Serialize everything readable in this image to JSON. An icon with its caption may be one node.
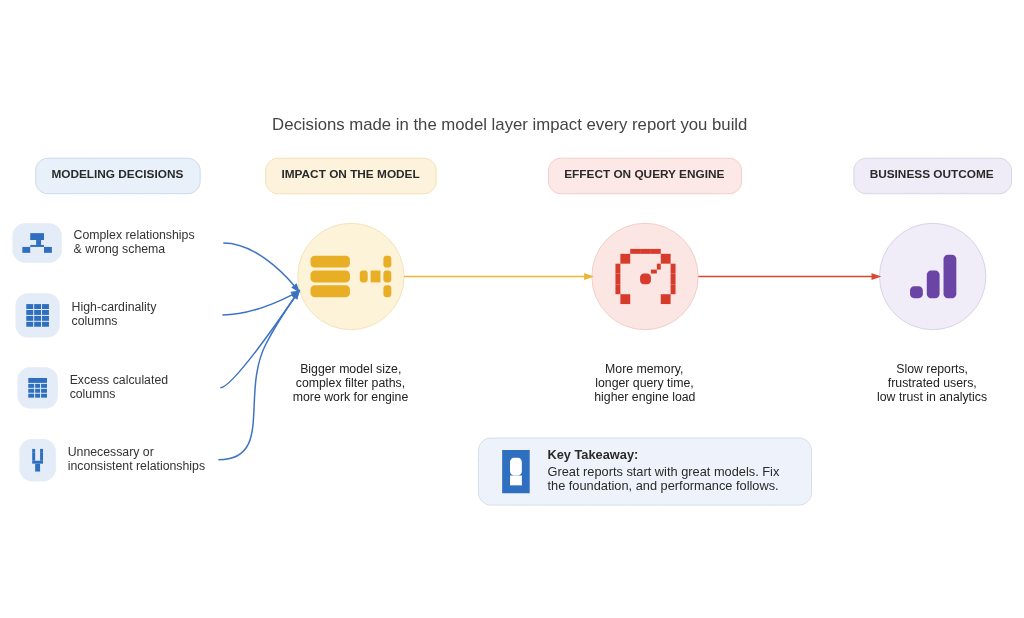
{
  "diagram": {
    "title": "Decisions made in the model layer impact every report you build",
    "nodes": [
      {
        "text": [
          "MODELING DECISIONS"
        ]
      },
      {
        "text": [
          "IMPACT ON THE MODEL"
        ]
      },
      {
        "text": [
          "EFFECT ON QUERY ENGINE"
        ]
      },
      {
        "text": [
          "BUSINESS OUTCOME"
        ]
      },
      {
        "text": [
          "Complex relationships & wrong schema"
        ]
      },
      {
        "text": [
          "High-cardinality columns"
        ]
      },
      {
        "text": [
          "Excess calculated columns"
        ]
      },
      {
        "text": [
          "Unnecessary or inconsistent relationships"
        ]
      },
      {
        "text": [],
        "shape": "circle",
        "beside": [
          "Bigger model size, complex filter paths, more work for engine"
        ]
      },
      {
        "text": [],
        "shape": "circle",
        "beside": [
          "More memory, longer query time, higher engine load"
        ]
      },
      {
        "text": [],
        "shape": "circle",
        "beside": [
          "Slow reports, frustrated users, low trust in analytics"
        ]
      },
      {
        "text": [
          "Key Takeaway:",
          "Great reports start with great models. Fix the foundation, and performance follows."
        ]
      }
    ],
    "edges": [
      {
        "from": 4,
        "to": 8,
        "arrow": "to"
      },
      {
        "from": 5,
        "to": 8,
        "arrow": "to"
      },
      {
        "from": 6,
        "to": 8,
        "arrow": "to"
      },
      {
        "from": 7,
        "to": 8,
        "arrow": "to"
      },
      {
        "from": 8,
        "to": 9,
        "arrow": "to",
        "color": "#f0b52f"
      },
      {
        "from": 9,
        "to": 10,
        "arrow": "to",
        "color": "#d9472f"
      }
    ]
  }
}
